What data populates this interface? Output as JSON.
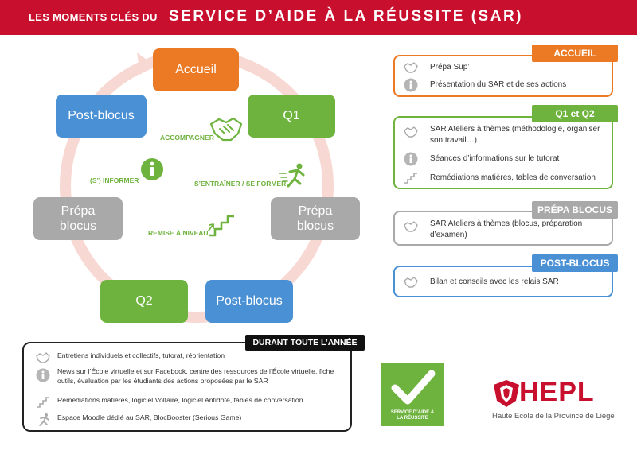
{
  "header": {
    "pre_title": "LES MOMENTS CLÉS DU",
    "title": "SERVICE D’AIDE À LA RÉUSSITE (SAR)"
  },
  "diagram": {
    "nodes": {
      "accueil": "Accueil",
      "q1": "Q1",
      "post_blocus_top": "Post-blocus",
      "prepa_left": "Prépa\nblocus",
      "prepa_right": "Prépa\nblocus",
      "q2": "Q2",
      "post_blocus_bottom": "Post-blocus"
    },
    "labels": {
      "accompagner": "ACCOMPAGNER",
      "informer": "(S’) INFORMER",
      "entrainer": "S’ENTRAÎNER / SE FORMER",
      "remise": "REMISE À NIVEAU"
    }
  },
  "panels": {
    "accueil": {
      "tag": "ACCUEIL",
      "items": [
        "Prépa Sup’",
        "Présentation du SAR et de ses actions"
      ]
    },
    "q1q2": {
      "tag": "Q1 et Q2",
      "items": [
        "SAR’Ateliers à thèmes (méthodologie, organiser son travail…)",
        "Séances d’informations sur le tutorat",
        "Remédiations matières, tables de conversation"
      ]
    },
    "prepa": {
      "tag": "PRÉPA BLOCUS",
      "items": [
        "SAR’Ateliers à thèmes (blocus, préparation d’examen)"
      ]
    },
    "post": {
      "tag": "POST-BLOCUS",
      "items": [
        "Bilan et conseils avec les relais SAR"
      ]
    }
  },
  "year": {
    "tag": "DURANT TOUTE L’ANNÉE",
    "items": [
      "Entretiens individuels et collectifs, tutorat, réorientation",
      "News sur l’École virtuelle et sur Facebook, centre des ressources de l’École virtuelle, fiche outils, évaluation par les étudiants des actions proposées par le SAR",
      "Remédiations matières, logiciel Voltaire, logiciel Antidote, tables de conversation",
      "Espace Moodle dédié au SAR, BlocBooster (Serious Game)"
    ]
  },
  "logos": {
    "sar_caption": "SERVICE D’AIDE À LA RÉUSSITE",
    "hepl_word": "HEPL",
    "hepl_sub": "Haute Ecole de la Province de Liège"
  },
  "colors": {
    "header": "#c8102e",
    "orange": "#ec7a24",
    "green": "#6fb33f",
    "blue": "#4a90d4",
    "gray": "#a9a9a9",
    "ring": "#f8d8d3"
  }
}
